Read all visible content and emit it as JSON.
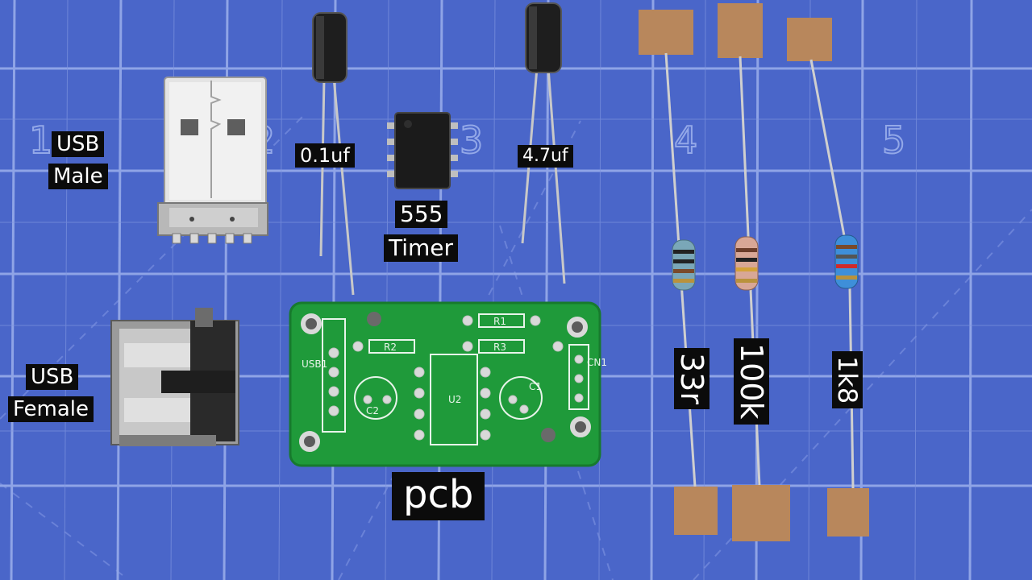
{
  "colors": {
    "mat": "#4a66c9",
    "mat_dark": "#3f58b6",
    "grid": "#8fa4e6",
    "pcb": "#1f9a3a",
    "pcb_dark": "#177a2d",
    "label_bg": "#0b0b0b",
    "label_text": "#ffffff",
    "tape": "#b8875c"
  },
  "mat_numbers": [
    "1",
    "2",
    "3",
    "4",
    "5"
  ],
  "labels": {
    "usb_male_1": "USB",
    "usb_male_2": "Male",
    "usb_female_1": "USB",
    "usb_female_2": "Female",
    "cap_small": "0.1uf",
    "timer_1": "555",
    "timer_2": "Timer",
    "cap_large": "4.7uf",
    "pcb": "pcb",
    "res_1": "33r",
    "res_2": "100k",
    "res_3": "1k8"
  },
  "pcb_silkscreen": {
    "r1": "R1",
    "r2": "R2",
    "r3": "R3",
    "u2": "U2",
    "c1": "C1",
    "c2": "C2",
    "usb1": "USB1",
    "cn1": "CN1"
  }
}
